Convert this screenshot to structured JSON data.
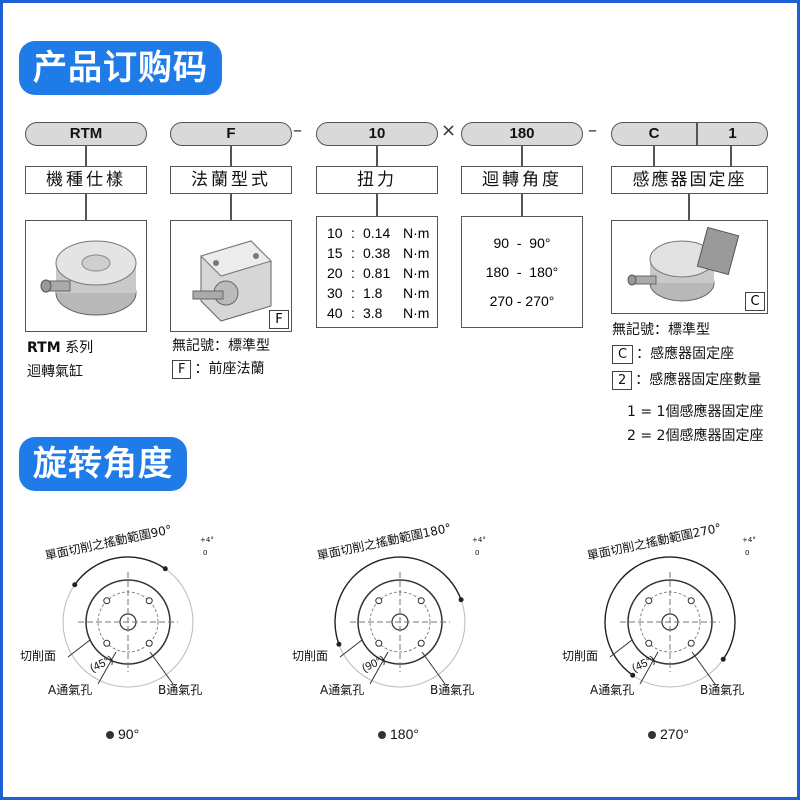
{
  "sections": {
    "order_code_title": "产品订购码",
    "rotation_title": "旋转角度"
  },
  "code_pills": {
    "rtm": "RTM",
    "f": "F",
    "torque": "10",
    "angle": "180",
    "sensor_c": "C",
    "sensor_qty": "1"
  },
  "separators": {
    "dash1": "–",
    "times": "×",
    "dash2": "–"
  },
  "labels": {
    "model": "機種仕樣",
    "flange": "法蘭型式",
    "torque": "扭力",
    "rotation": "迴轉角度",
    "sensor": "感應器固定座"
  },
  "torque_table": [
    {
      "code": "10",
      "value": "0.14",
      "unit": "N·m"
    },
    {
      "code": "15",
      "value": "0.38",
      "unit": "N·m"
    },
    {
      "code": "20",
      "value": "0.81",
      "unit": "N·m"
    },
    {
      "code": "30",
      "value": "1.8",
      "unit": "N·m"
    },
    {
      "code": "40",
      "value": "3.8",
      "unit": "N·m"
    }
  ],
  "angle_table": [
    "90  -  90°",
    "180  -  180°",
    "270 - 270°"
  ],
  "model_desc": {
    "line1_bold": "RTM",
    "line1_rest": " 系列",
    "line2": "迴轉氣缸"
  },
  "flange_desc": {
    "tag": "F",
    "line1": "無記號：標準型",
    "line2_box": "F",
    "line2_rest": "：前座法蘭"
  },
  "sensor_desc": {
    "tag": "C",
    "line1": "無記號：標準型",
    "line2_box": "C",
    "line2_rest": "：感應器固定座",
    "line3_box": "2",
    "line3_rest": "：感應器固定座數量",
    "line4": "1 = 1個感應器固定座",
    "line5": "2 = 2個感應器固定座"
  },
  "rotation_diagrams": [
    {
      "arc_label": "單面切削之搖動範圍90°",
      "tol": "+4°",
      "tol0": "0",
      "cut_label": "切削面",
      "a_port": "A通氣孔",
      "b_port": "B通氣孔",
      "angle_mark": "(45°)",
      "caption": "90°"
    },
    {
      "arc_label": "單面切削之搖動範圍180°",
      "tol": "+4°",
      "tol0": "0",
      "cut_label": "切削面",
      "a_port": "A通氣孔",
      "b_port": "B通氣孔",
      "angle_mark": "(90°)",
      "caption": "180°"
    },
    {
      "arc_label": "單面切削之搖動範圍270°",
      "tol": "+4°",
      "tol0": "0",
      "cut_label": "切削面",
      "a_port": "A通氣孔",
      "b_port": "B通氣孔",
      "angle_mark": "(45°)",
      "caption": "270°"
    }
  ]
}
